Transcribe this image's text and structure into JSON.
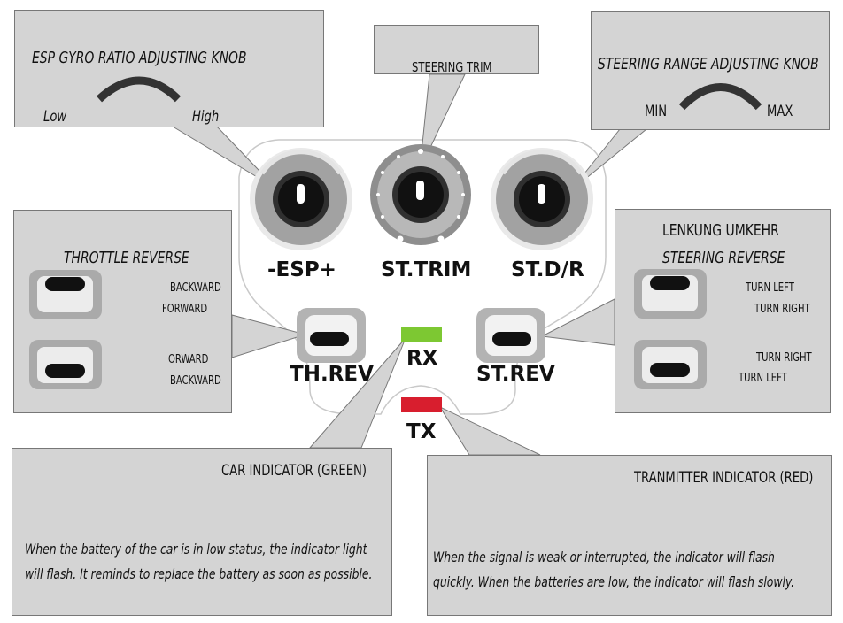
{
  "callouts": {
    "esp_gyro": {
      "title": "ESP GYRO RATIO ADJUSTING KNOB",
      "low": "Low",
      "high": "High"
    },
    "steering_trim": {
      "title": "STEERING TRIM"
    },
    "steering_range": {
      "title": "STEERING RANGE ADJUSTING KNOB",
      "min": "MIN",
      "max": "MAX"
    },
    "throttle_reverse": {
      "title": "THROTTLE REVERSE",
      "opt1_a": "BACKWARD",
      "opt1_b": "FORWARD",
      "opt2_a": "ORWARD",
      "opt2_b": "BACKWARD"
    },
    "steering_reverse": {
      "title_de": "LENKUNG UMKEHR",
      "title": "STEERING REVERSE",
      "opt1_a": "TURN LEFT",
      "opt1_b": "TURN RIGHT",
      "opt2_a": "TURN RIGHT",
      "opt2_b": "TURN LEFT"
    },
    "car_indicator": {
      "title": "CAR INDICATOR (GREEN)",
      "line1": "When the battery of the car is in low status, the indicator light",
      "line2": "will flash. It reminds to replace the battery as soon as possible."
    },
    "tx_indicator": {
      "title": "TRANMITTER INDICATOR (RED)",
      "line1": "When the signal is weak or interrupted, the indicator will flash",
      "line2": "quickly. When the batteries are low, the indicator will flash slowly."
    }
  },
  "panel": {
    "esp": "-ESP+",
    "trim": "ST.TRIM",
    "dr": "ST.D/R",
    "threv": "TH.REV",
    "strev": "ST.REV",
    "rx": "RX",
    "tx": "TX"
  },
  "colors": {
    "rx_led": "#7dc832",
    "tx_led": "#d81e2e",
    "callout_bg": "#d4d4d4"
  }
}
